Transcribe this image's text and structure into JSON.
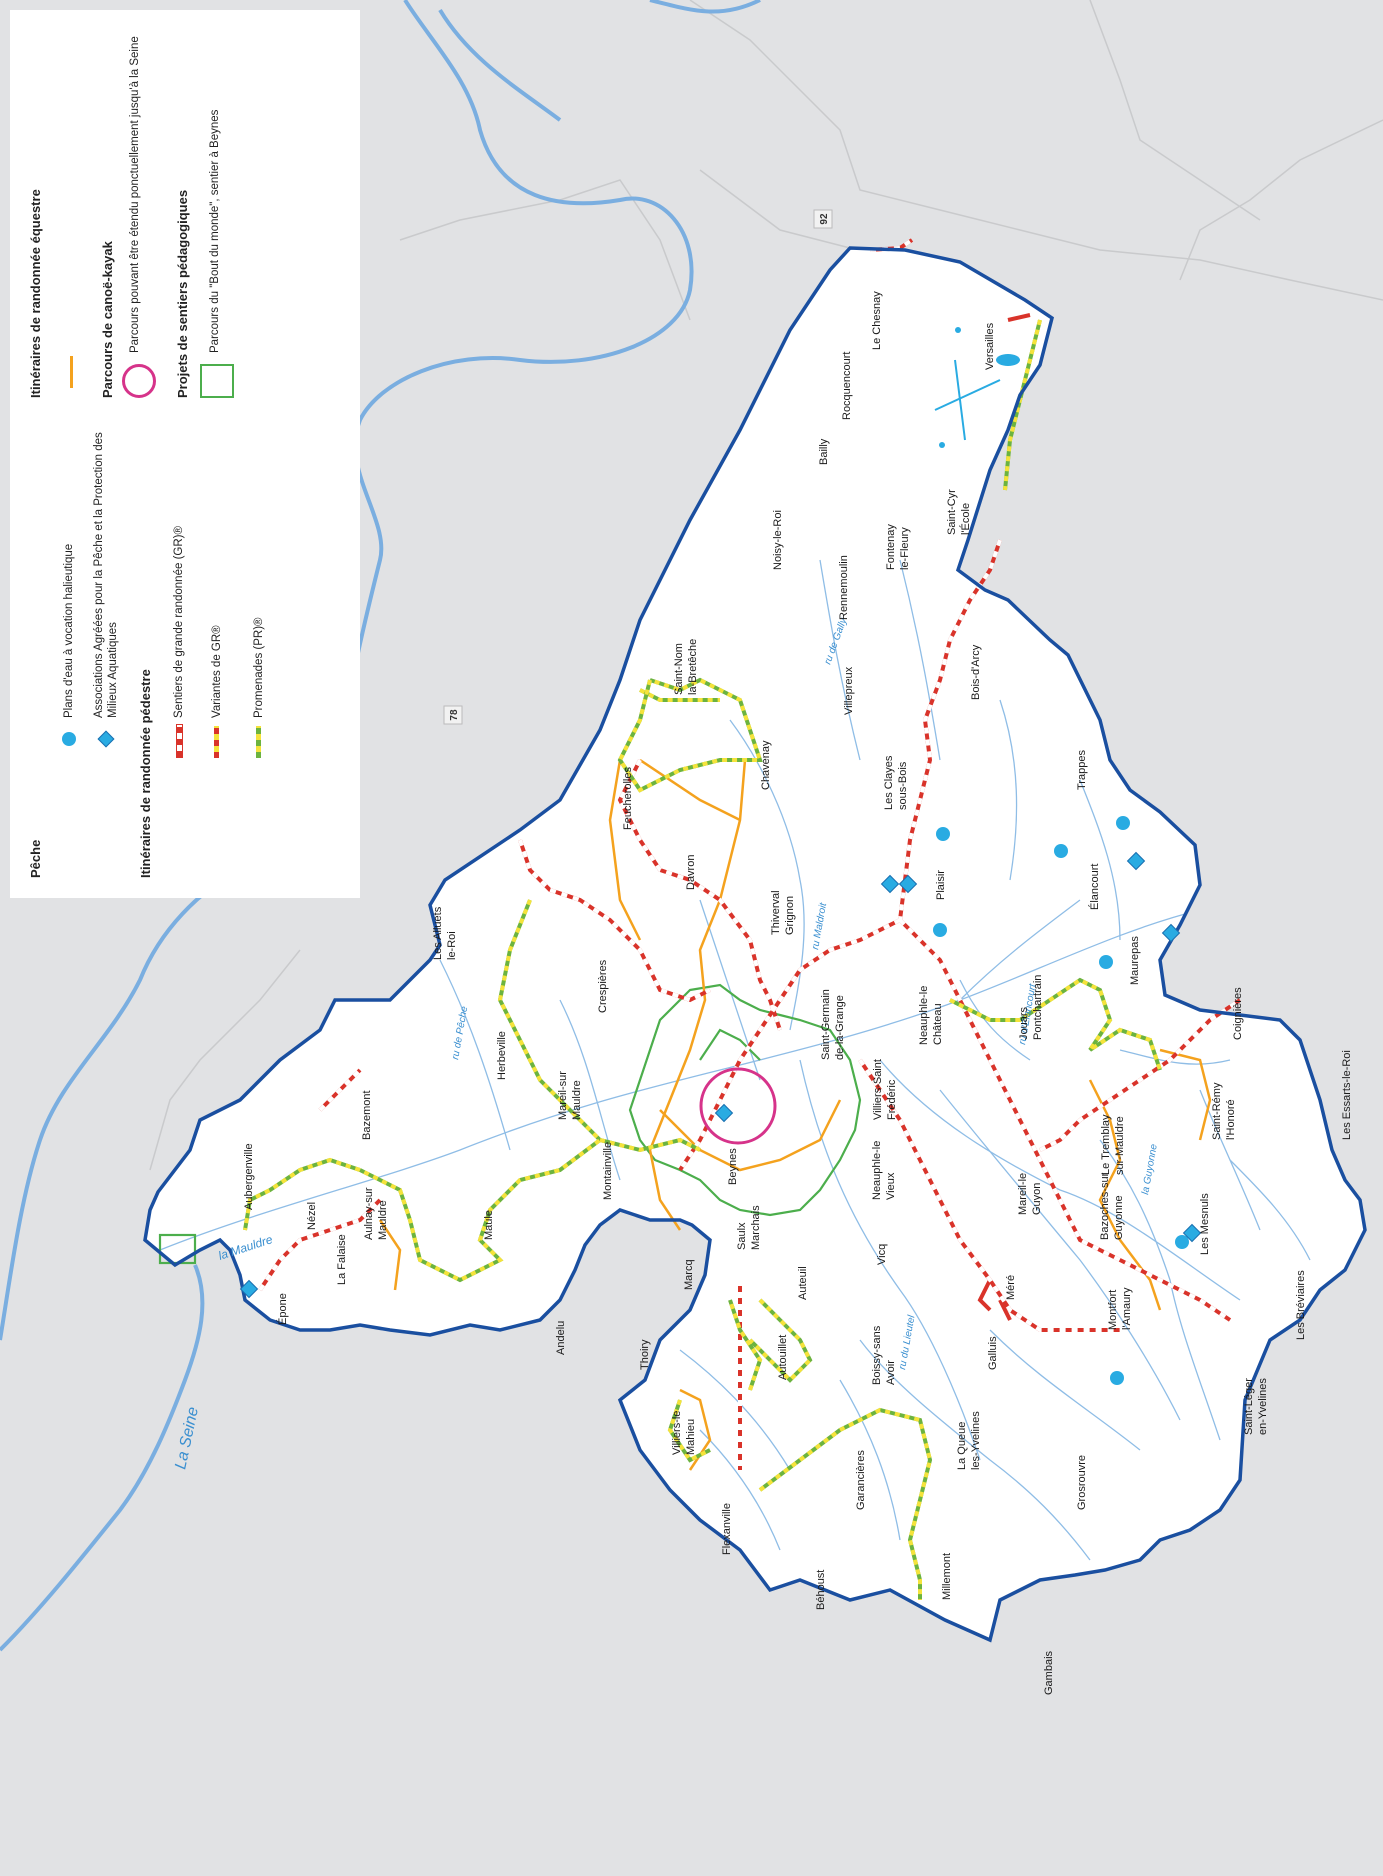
{
  "legend": {
    "peche_title": "Pêche",
    "plans_eau": "Plans d'eau à vocation halieutique",
    "associations_l1": "Associations Agréées pour la Pêche et la Protection des",
    "associations_l2": "Milieux Aquatiques",
    "pedestre_title": "Itinéraires de randonnée pédestre",
    "gr": "Sentiers de grande randonnée (GR)®",
    "variantes": "Variantes de GR®",
    "promenades": "Promenades (PR)®",
    "equestre_title": "Itinéraires de randonnée équestre",
    "canoe_title": "Parcours de canoë-kayak",
    "canoe_item": "Parcours pouvant être étendu ponctuellement jusqu'à la Seine",
    "pedago_title": "Projets de sentiers pédagogiques",
    "pedago_item": "Parcours du \"Bout du monde\", sentier à Beynes"
  },
  "colors": {
    "border": "#1a4fa0",
    "river": "#7aaee0",
    "equestre": "#f4a21e",
    "gr_red": "#d9332a",
    "pr_green": "#6cb33f",
    "pr_yellow": "#f5e33b",
    "canoe": "#d6338a",
    "pedago": "#4cae4c",
    "peche_dot": "#29abe2"
  },
  "departments": [
    "92",
    "78"
  ],
  "water_labels": {
    "seine": "La Seine",
    "mauldre": "la Mauldre",
    "gally": "ru de Gally",
    "maldroit": "ru Maldroit",
    "elancourt": "ru d'Élancourt",
    "guyonne": "la Guyonne",
    "lieutel": "ru du Lieutel",
    "peche_ru": "ru de Pêche"
  },
  "towns": {
    "chesnay": "Le Chesnay",
    "versailles": "Versailles",
    "rocquencourt": "Rocquencourt",
    "bailly": "Bailly",
    "noisy": "Noisy-le-Roi",
    "saintcyr1": "Saint-Cyr",
    "saintcyr2": "l'École",
    "fontenay1": "Fontenay",
    "fontenay2": "le-Fleury",
    "rennemoulin": "Rennemoulin",
    "saintnom1": "Saint-Nom",
    "saintnom2": "la-Bretêche",
    "villepreux": "Villepreux",
    "boisdarcy": "Bois-d'Arcy",
    "chavenay": "Chavenay",
    "clayes1": "Les Clayes",
    "clayes2": "sous-Bois",
    "trappes": "Trappes",
    "feucherolles": "Feucherolles",
    "plaisir": "Plaisir",
    "davron": "Davron",
    "thiverval1": "Thiverval",
    "thiverval2": "Grignon",
    "elancourt": "Élancourt",
    "maurepas": "Maurepas",
    "allluets1": "Les Alluets",
    "allluets2": "le-Roi",
    "crespieres": "Crespières",
    "sgg1": "Saint-Germain",
    "sgg2": "de-la-Grange",
    "neauphle_ch1": "Neauphle-le",
    "neauphle_ch2": "Château",
    "jouars1": "Jouars",
    "jouars2": "Pontchartrain",
    "coignieres": "Coignières",
    "herbeville": "Herbeville",
    "mareil1": "Mareil-sur",
    "mareil2": "Mauldre",
    "villiers_sf1": "Villiers-Saint",
    "villiers_sf2": "Frédéric",
    "saintremy1": "Saint-Rémy",
    "saintremy2": "l'Honoré",
    "essarts": "Les Essarts-le-Roi",
    "bazemont": "Bazemont",
    "montainville": "Montainville",
    "beynes": "Beynes",
    "letremblay1": "Le Tremblay",
    "letremblay2": "sur-Mauldre",
    "aulnay_ha": "Aulnay-sur",
    "aulnay_hb": "Mauldre",
    "aubergenville": "Aubergenville",
    "nezel": "Nézel",
    "lafalaise": "La Falaise",
    "maule": "Maule",
    "neauphle_v1": "Neauphle-le",
    "neauphle_v2": "Vieux",
    "mareil_g1": "Mareil-le",
    "mareil_g2": "Guyon",
    "bazoches1": "Bazoches-sur",
    "bazoches2": "Guyonne",
    "mesnuls": "Les Mesnuls",
    "saulx1": "Saulx",
    "saulx2": "Marchais",
    "marcq": "Marcq",
    "epone": "Épone",
    "andelu": "Andelu",
    "vicq": "Vicq",
    "mere": "Méré",
    "montfort1": "Montfort",
    "montfort2": "l'Amaury",
    "thoiry": "Thoiry",
    "auteuil": "Auteuil",
    "autouillet": "Autouillet",
    "boissy1": "Boissy-sans",
    "boissy2": "Avoir",
    "galluis": "Galluis",
    "breviaires": "Les Bréviaires",
    "villiers_m1": "Villiers-le",
    "villiers_m2": "Mahieu",
    "laqueue1": "La Queue",
    "laqueue2": "les-Yvelines",
    "saintleger1": "Saint-Léger",
    "saintleger2": "en-Yvelines",
    "flexanville": "Flexanville",
    "garancieres": "Garancières",
    "grosrouvre": "Grosrouvre",
    "behoust": "Béhoust",
    "millemont": "Millemont",
    "gambais": "Gambais"
  }
}
